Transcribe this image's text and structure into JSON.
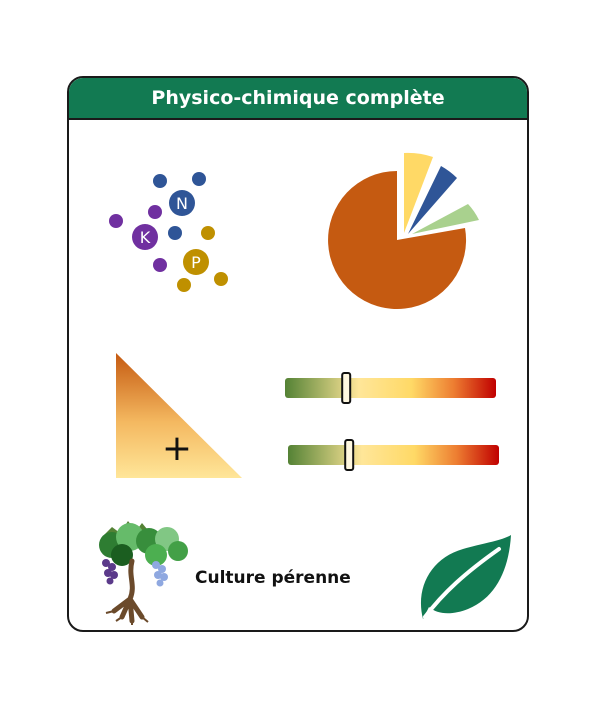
{
  "card": {
    "title": "Physico-chimique complète",
    "accent_color": "#127a52"
  },
  "nutrients": {
    "n_label": "N",
    "k_label": "K",
    "p_label": "P",
    "n_color": "#2f5597",
    "k_color": "#7030a0",
    "p_color": "#bf9000"
  },
  "pie": {
    "main_color": "#c55a11",
    "slice_colors": [
      "#ffd966",
      "#2f5597",
      "#a9d18e"
    ]
  },
  "sliders": [
    {
      "name": "slider-1",
      "level": 0.29
    },
    {
      "name": "slider-2",
      "level": 0.29
    }
  ],
  "triangle": {
    "symbol": "+"
  },
  "footer": {
    "crop_label": "Culture pérenne",
    "leaf_color": "#127a52"
  },
  "icons": [
    "molecules-icon",
    "pie-chart-icon",
    "triangle-icon",
    "vine-icon",
    "leaf-icon"
  ]
}
